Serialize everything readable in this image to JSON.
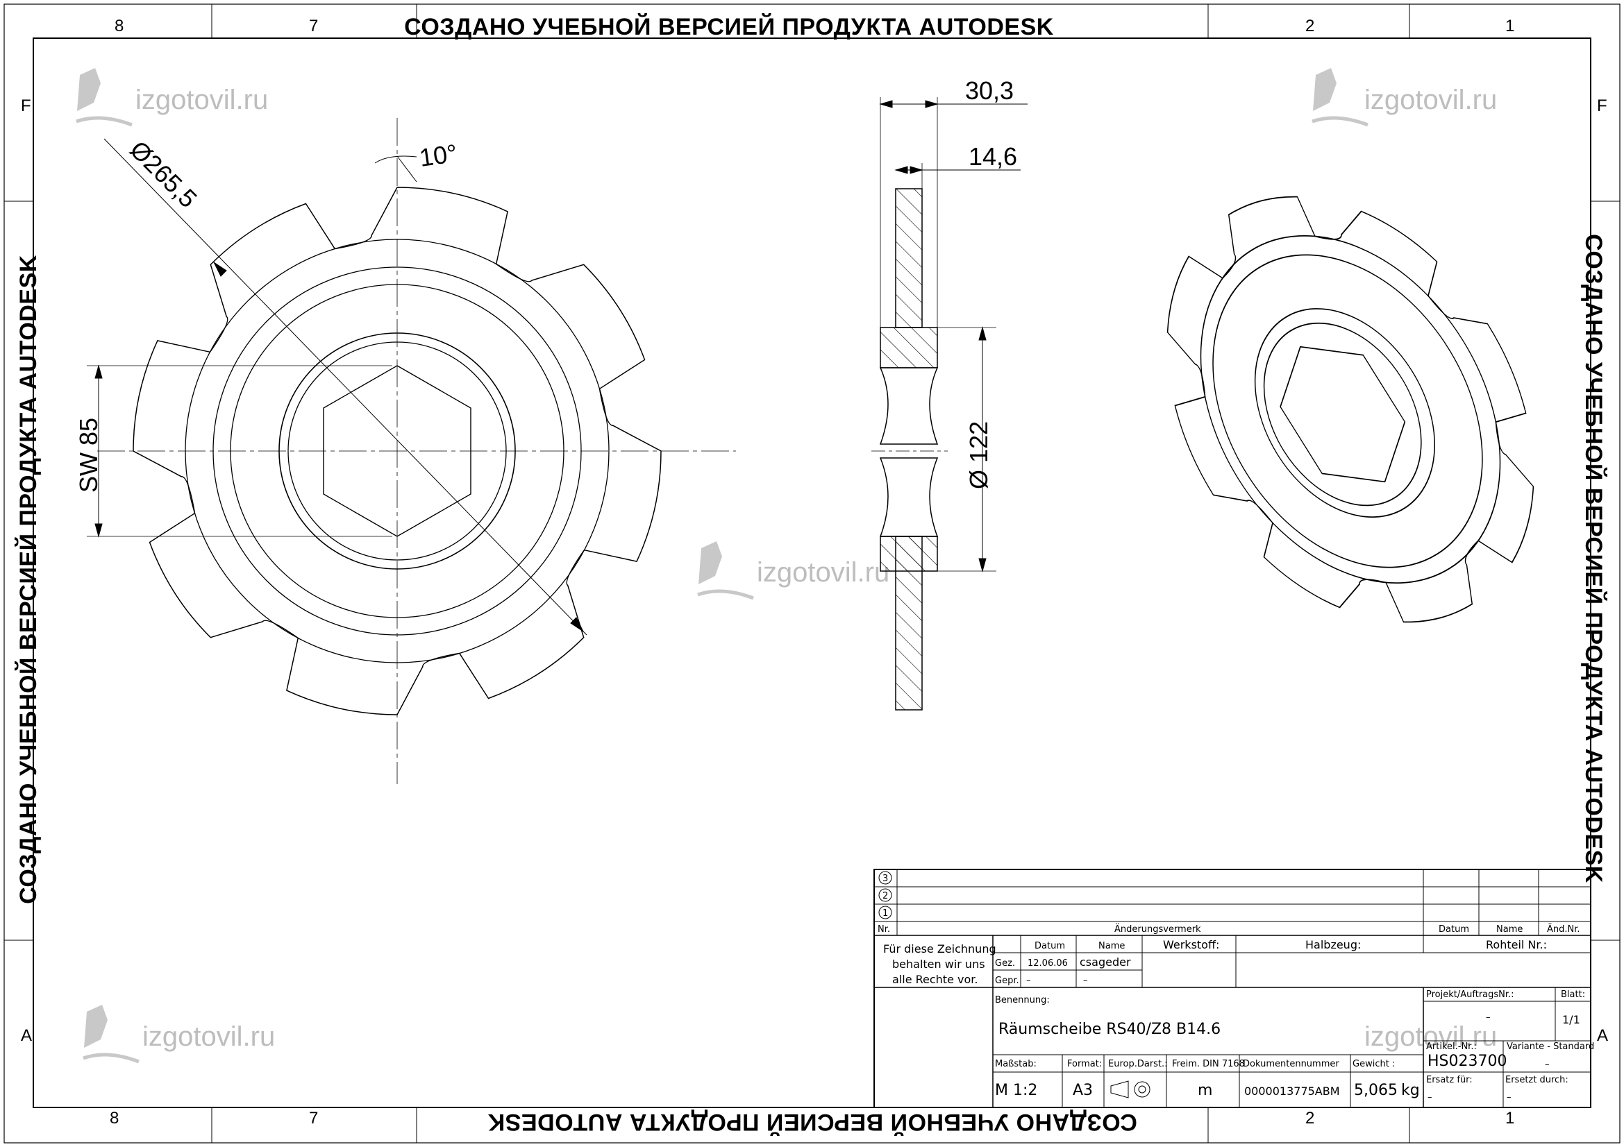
{
  "watermark": {
    "text": "СОЗДАНО УЧЕБНОЙ ВЕРСИЕЙ ПРОДУКТА AUTODESK",
    "site": "izgotovil.ru"
  },
  "zones": {
    "columns": [
      "8",
      "7",
      "2",
      "1"
    ],
    "rows": [
      "F",
      "A"
    ]
  },
  "dimensions": {
    "diameter_outer": "Ø265,5",
    "angle": "10°",
    "sw": "SW 85",
    "thickness_total": "30,3",
    "thickness_hub": "14,6",
    "diameter_bore": "Ø 122"
  },
  "title_block": {
    "rev_numbers": [
      "3",
      "2",
      "1"
    ],
    "nr_label": "Nr.",
    "change_label": "Änderungsvermerk",
    "datum_label": "Datum",
    "name_label": "Name",
    "aend_label": "Änd.Nr.",
    "copyright": [
      "Für diese Zeichnung",
      "behalten wir uns",
      "alle Rechte vor."
    ],
    "gez_label": "Gez.",
    "gepr_label": "Gepr.",
    "gez_date": "12.06.06",
    "gez_name": "csageder",
    "dash": "–",
    "werkstoff_label": "Werkstoff:",
    "halbzeug_label": "Halbzeug:",
    "rohteil_label": "Rohteil Nr.:",
    "benennung_label": "Benennung:",
    "benennung_value": "Räumscheibe RS40/Z8 B14.6",
    "projekt_label": "Projekt/AuftragsNr.:",
    "blatt_label": "Blatt:",
    "blatt_value": "1/1",
    "artikel_label": "Artikel.-Nr.:",
    "artikel_value": "HS023700",
    "variante_label": "Variante - Standard",
    "massstab_label": "Maßstab:",
    "massstab_value": "M 1:2",
    "format_label": "Format:",
    "format_value": "A3",
    "europ_label": "Europ.Darst.:",
    "freim_label": "Freim. DIN 7168",
    "freim_value": "m",
    "doknr_label": "Dokumentennummer",
    "doknr_value": "0000013775ABM",
    "gewicht_label": "Gewicht :",
    "gewicht_value": "5,065",
    "gewicht_unit": "kg",
    "ersatz_fuer_label": "Ersatz für:",
    "ersetzt_durch_label": "Ersetzt durch:"
  },
  "colors": {
    "line": "#000000",
    "watermark_logo": "#bdbdbd"
  }
}
